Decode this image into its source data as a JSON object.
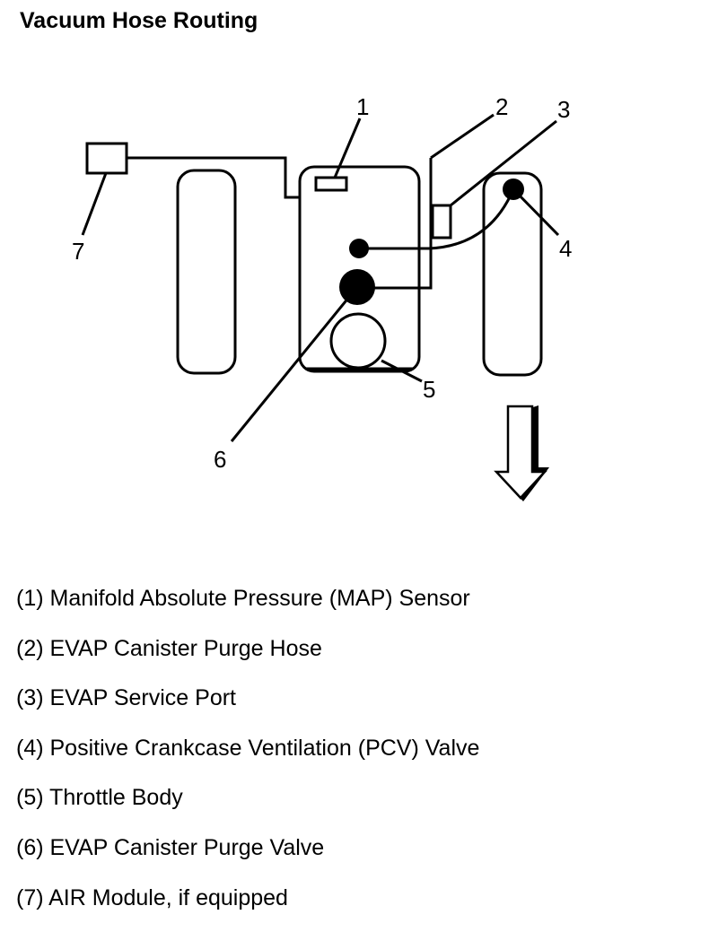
{
  "title": "Vacuum Hose Routing",
  "callouts": [
    "1",
    "2",
    "3",
    "4",
    "5",
    "6",
    "7"
  ],
  "legend": [
    "(1) Manifold Absolute Pressure (MAP) Sensor",
    "(2) EVAP Canister Purge Hose",
    "(3) EVAP Service Port",
    "(4) Positive Crankcase Ventilation (PCV) Valve",
    "(5) Throttle Body",
    "(6) EVAP Canister Purge Valve",
    "(7) AIR Module, if equipped"
  ]
}
